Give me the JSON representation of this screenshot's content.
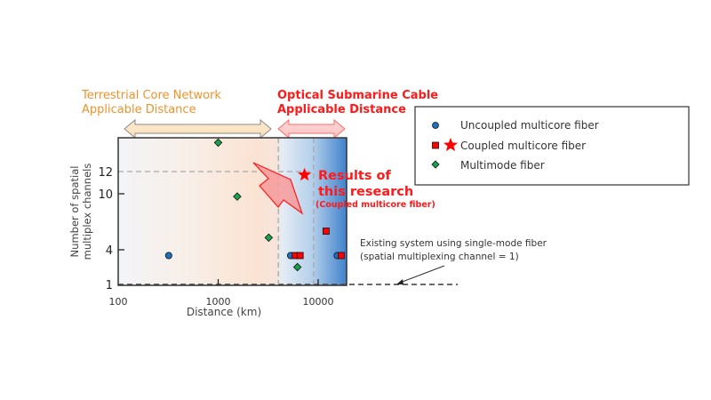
{
  "chart_data": {
    "type": "scatter",
    "title": "",
    "xlabel": "Distance (km)",
    "ylabel": [
      "Number of spatial",
      "multiplex channels"
    ],
    "x_scale": "log",
    "xlim": [
      100,
      20000
    ],
    "ylim": [
      0.8,
      15.5
    ],
    "x_ticks": [
      {
        "value": 100,
        "label": "100"
      },
      {
        "value": 1000,
        "label": "1000"
      },
      {
        "value": 10000,
        "label": "10000"
      }
    ],
    "y_ticks": [
      {
        "value": 1,
        "label": "1"
      },
      {
        "value": 4,
        "label": "4"
      },
      {
        "value": 10,
        "label": "10"
      },
      {
        "value": 12,
        "label": "12"
      }
    ],
    "series": [
      {
        "name": "Uncoupled multicore fiber",
        "marker": "circle",
        "color": "#1f6fbf",
        "points": [
          {
            "x": 320,
            "y": 3.5
          },
          {
            "x": 5300,
            "y": 3.5
          },
          {
            "x": 15500,
            "y": 3.5
          }
        ]
      },
      {
        "name": "Coupled multicore fiber",
        "marker": "square",
        "color": "#ff0000",
        "points": [
          {
            "x": 5900,
            "y": 3.5
          },
          {
            "x": 6600,
            "y": 3.5
          },
          {
            "x": 12000,
            "y": 6
          },
          {
            "x": 17000,
            "y": 3.5
          }
        ]
      },
      {
        "name": "Multimode fiber",
        "marker": "diamond",
        "color": "#16a34a",
        "points": [
          {
            "x": 1000,
            "y": 15
          },
          {
            "x": 1550,
            "y": 9.7
          },
          {
            "x": 3200,
            "y": 5.3
          },
          {
            "x": 6200,
            "y": 2.5
          }
        ]
      },
      {
        "name": "Results of this research",
        "marker": "star",
        "color": "#ff0000",
        "points": [
          {
            "x": 7300,
            "y": 11.7
          }
        ]
      }
    ],
    "reference_lines": [
      {
        "type": "horizontal",
        "y": 12,
        "x_to": 9000,
        "style": "dashed"
      },
      {
        "type": "horizontal",
        "y": 1,
        "style": "dashed",
        "extends_beyond_axis": true
      },
      {
        "type": "vertical",
        "x": 4000,
        "style": "dashed"
      },
      {
        "type": "vertical",
        "x": 9000,
        "style": "dashed"
      }
    ],
    "regions": [
      {
        "label": [
          "Terrestrial Core Network",
          "Applicable Distance"
        ],
        "x_from": 100,
        "x_to": 3500,
        "color": "#f0922b"
      },
      {
        "label": [
          "Optical Submarine Cable",
          "Applicable Distance"
        ],
        "x_from": 4000,
        "x_to": 20000,
        "color": "#ff1a1a"
      }
    ],
    "legend": {
      "placement": "top-right-outside",
      "entries": [
        {
          "label": "Uncoupled multicore fiber",
          "marker": "circle"
        },
        {
          "label": "Coupled multicore fiber",
          "marker": "square+star"
        },
        {
          "label": "Multimode fiber",
          "marker": "diamond"
        }
      ]
    },
    "annotations": [
      {
        "text": [
          "Results of",
          "this research"
        ],
        "subtext": "(Coupled multicore fiber)",
        "color": "#ff1a1a"
      },
      {
        "text": [
          "Existing system using single-mode fiber",
          "(spatial multiplexing channel = 1)"
        ],
        "color": "#333333"
      }
    ]
  },
  "colors": {
    "terrestrial": "#f0922b",
    "submarine": "#ff1a1a",
    "axis": "#333333",
    "grid_dash": "#a8a8a8"
  }
}
